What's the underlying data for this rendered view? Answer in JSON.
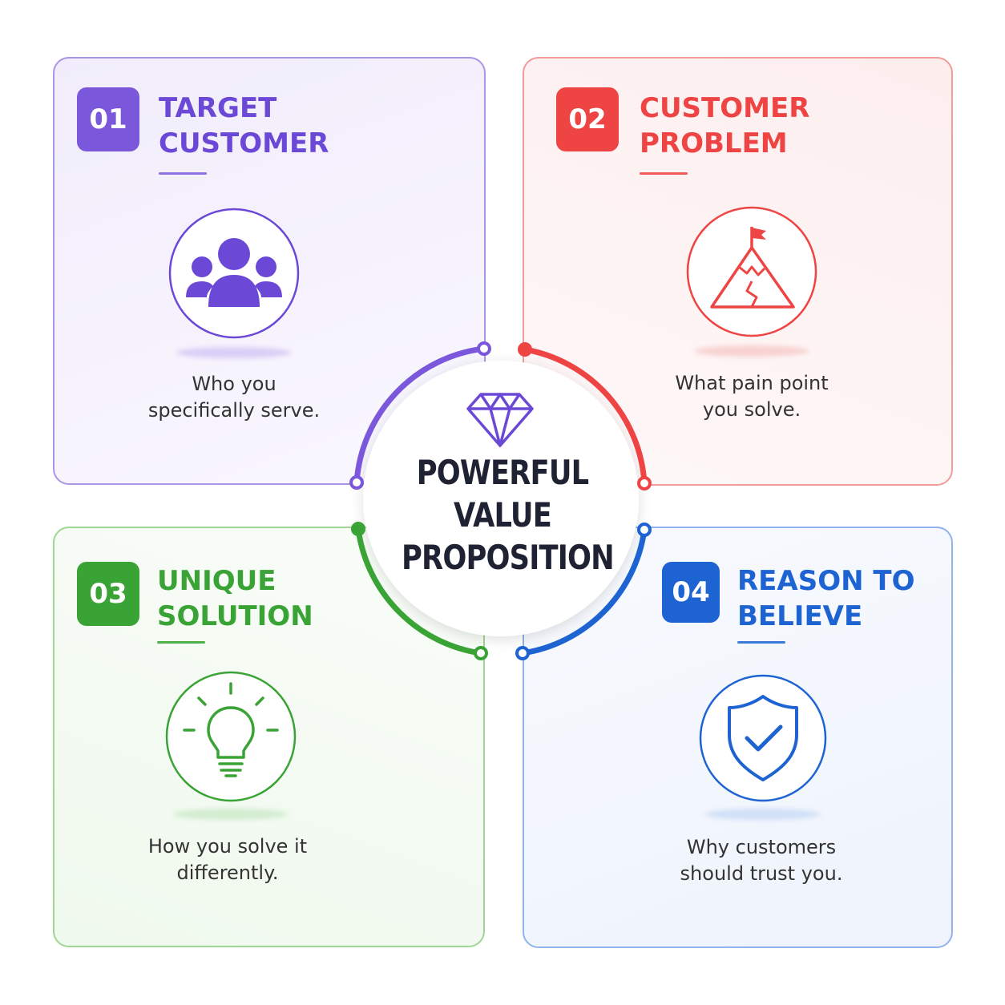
{
  "center": {
    "title_lines": [
      "POWERFUL",
      "VALUE",
      "PROPOSITION"
    ],
    "icon": "diamond-icon"
  },
  "cards": [
    {
      "number": "01",
      "title_lines": [
        "TARGET",
        "CUSTOMER"
      ],
      "description_lines": [
        "Who you",
        "specifically serve."
      ],
      "icon": "people-group-icon",
      "color": "#6b48d6"
    },
    {
      "number": "02",
      "title_lines": [
        "CUSTOMER",
        "PROBLEM"
      ],
      "description_lines": [
        "What pain point",
        "you solve."
      ],
      "icon": "mountain-flag-icon",
      "color": "#ef4444"
    },
    {
      "number": "03",
      "title_lines": [
        "UNIQUE",
        "SOLUTION"
      ],
      "description_lines": [
        "How you solve it",
        "differently."
      ],
      "icon": "lightbulb-icon",
      "color": "#3aa335"
    },
    {
      "number": "04",
      "title_lines": [
        "REASON TO",
        "BELIEVE"
      ],
      "description_lines": [
        "Why customers",
        "should trust you."
      ],
      "icon": "shield-check-icon",
      "color": "#1e63d2"
    }
  ]
}
